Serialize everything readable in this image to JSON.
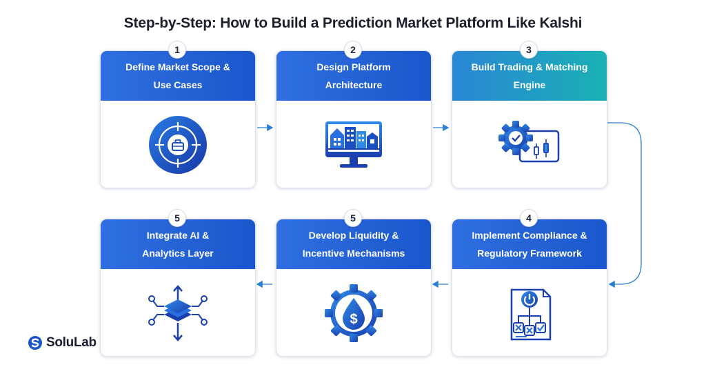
{
  "title": "Step-by-Step: How to Build a Prediction Market Platform Like Kalshi",
  "steps": [
    {
      "number": "1",
      "line1": "Define Market Scope &",
      "line2": "Use Cases",
      "icon": "target-briefcase-icon"
    },
    {
      "number": "2",
      "line1": "Design Platform",
      "line2": "Architecture",
      "icon": "monitor-buildings-icon"
    },
    {
      "number": "3",
      "line1": "Build Trading & Matching",
      "line2": "Engine",
      "icon": "gear-candlestick-icon"
    },
    {
      "number": "4",
      "line1": "Implement Compliance &",
      "line2": "Regulatory Framework",
      "icon": "compliance-document-icon"
    },
    {
      "number": "5",
      "line1": "Develop Liquidity &",
      "line2": "Incentive Mechanisms",
      "icon": "gear-droplet-dollar-icon"
    },
    {
      "number": "5",
      "line1": "Integrate AI &",
      "line2": "Analytics Layer",
      "icon": "layers-network-icon"
    }
  ],
  "logo": {
    "text": "SoluLab"
  },
  "colors": {
    "header_blue": "#1a56cc",
    "header_teal": "#19b1b5",
    "arrow": "#2a7fd4",
    "title": "#1b1f2b"
  }
}
